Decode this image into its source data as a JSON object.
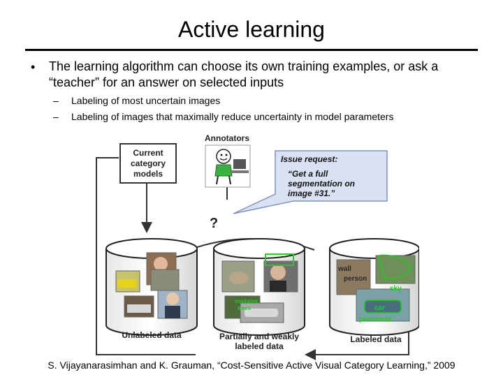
{
  "slide": {
    "title": "Active learning",
    "bullet": "The learning algorithm can choose its own training examples, or ask a “teacher” for an answer on selected inputs",
    "bullet_marker": "•",
    "sub_marker": "–",
    "subbullets": [
      "Labeling of most uncertain images",
      "Labeling of images that maximally reduce uncertainty in model parameters"
    ],
    "credit": "S. Vijayanarasimhan and K. Grauman, “Cost-Sensitive Active Visual Category Learning,” 2009"
  },
  "figure": {
    "annotators_label": "Annotators",
    "models_line1": "Current",
    "models_line2": "category",
    "models_line3": "models",
    "request_title": "Issue request:",
    "request_line1": "“Get a full",
    "request_line2": "segmentation on",
    "request_line3": "image #31.”",
    "question_mark": "?",
    "unlabeled_label": "Unlabeled data",
    "partial_line1": "Partially and weakly",
    "partial_line2": "labeled data",
    "labeled_label": "Labeled data",
    "weak_tag_line1": "contains",
    "weak_tag_line2": "trees",
    "seg_labels": [
      "wall",
      "person",
      "sky",
      "car",
      "pavement"
    ],
    "colors": {
      "arrow": "#333333",
      "bubble_fill": "#d9e1f2",
      "bubble_stroke": "#7f93c0",
      "segment_outline": "#22cc22",
      "cylinder_fill": "#ffffff"
    }
  }
}
